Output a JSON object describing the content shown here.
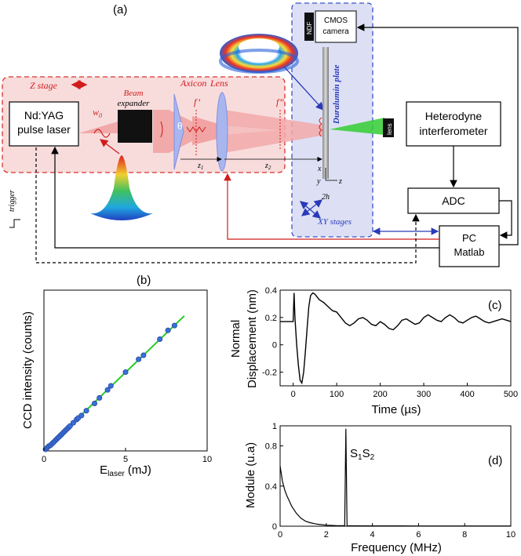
{
  "panel_a": {
    "label": "(a)",
    "laser_line1": "Nd:YAG",
    "laser_line2": "pulse laser",
    "z_stage": "Z stage",
    "w0_label": "w",
    "w0_sub": "0",
    "beam_expander_line1": "Beam",
    "beam_expander_line2": "expander",
    "axicon_label": "Axicon",
    "lens_label": "Lens",
    "theta": "θ",
    "f_prime": "f’",
    "f_double_prime": "f”",
    "z1": "z",
    "z1_sub": "1",
    "z2": "z",
    "z2_sub": "2",
    "ndf": "NDF",
    "camera_line1": "CMOS",
    "camera_line2": "camera",
    "plate": "Duralumin plate",
    "lens_small": "lens",
    "heterodyne_line1": "Heterodyne",
    "heterodyne_line2": "interferometer",
    "adc": "ADC",
    "pc_line1": "PC",
    "pc_line2": "Matlab",
    "xy_stages": "XY stages",
    "trigger": "trigger",
    "axis_x": "x",
    "axis_y": "y",
    "axis_z": "z",
    "thickness": "2h",
    "colors": {
      "red_box_fill": "#f8dcdc",
      "red_box_border": "#d9302a",
      "blue_box_fill": "#dde0f4",
      "blue_box_border": "#3a4fc8",
      "beam": "#f2a9a9",
      "green_beam": "#33cc33",
      "red_arrow": "#d01c1c",
      "blue_arrow": "#2a3ab8"
    }
  },
  "chart_data": [
    {
      "panel": "(b)",
      "type": "scatter",
      "xlabel": "E",
      "xlabel_sub": "laser",
      "xlabel_unit": "(mJ)",
      "ylabel": "CCD intensity (counts)",
      "xlim": [
        0,
        10
      ],
      "xticks": [
        "0",
        "5",
        "10"
      ],
      "x": [
        0.1,
        0.2,
        0.3,
        0.4,
        0.5,
        0.6,
        0.7,
        0.8,
        0.9,
        1.0,
        1.1,
        1.2,
        1.3,
        1.4,
        1.5,
        1.6,
        1.8,
        2.0,
        2.1,
        2.3,
        2.6,
        3.1,
        3.4,
        3.9,
        4.1,
        5.0,
        5.8,
        6.1,
        7.1,
        7.6,
        8.0
      ],
      "y": [
        0.1,
        0.2,
        0.3,
        0.35,
        0.45,
        0.55,
        0.65,
        0.75,
        0.85,
        0.95,
        1.05,
        1.15,
        1.25,
        1.35,
        1.45,
        1.55,
        1.75,
        1.95,
        2.05,
        2.2,
        2.5,
        2.95,
        3.3,
        3.8,
        4.05,
        4.9,
        5.7,
        5.95,
        6.95,
        7.5,
        7.8
      ],
      "fit_line": {
        "x": [
          0,
          8.6
        ],
        "y": [
          0,
          8.4
        ]
      },
      "point_color": "#3a6fd8",
      "line_color": "#22cc22"
    },
    {
      "panel": "(c)",
      "type": "line",
      "xlabel": "Time (µs)",
      "ylabel_line1": "Normal",
      "ylabel_line2": "Displacement (nm)",
      "xlim": [
        -30,
        500
      ],
      "ylim": [
        -0.3,
        0.4
      ],
      "xticks": [
        0,
        100,
        200,
        300,
        400,
        500
      ],
      "yticks": [
        -0.2,
        0,
        0.2,
        0.4
      ],
      "x": [
        -30,
        0,
        2,
        4,
        8,
        12,
        16,
        20,
        24,
        28,
        32,
        36,
        40,
        45,
        50,
        55,
        60,
        70,
        80,
        90,
        100,
        110,
        120,
        130,
        140,
        150,
        160,
        170,
        180,
        190,
        200,
        210,
        220,
        230,
        240,
        250,
        260,
        270,
        280,
        290,
        300,
        310,
        320,
        330,
        340,
        350,
        360,
        370,
        380,
        390,
        400,
        410,
        420,
        430,
        440,
        450,
        460,
        470,
        480,
        490,
        500
      ],
      "y": [
        0.17,
        0.17,
        0.38,
        0.2,
        0.0,
        -0.15,
        -0.26,
        -0.28,
        -0.2,
        -0.05,
        0.12,
        0.28,
        0.36,
        0.38,
        0.37,
        0.35,
        0.33,
        0.31,
        0.28,
        0.25,
        0.24,
        0.2,
        0.16,
        0.14,
        0.16,
        0.19,
        0.2,
        0.18,
        0.15,
        0.14,
        0.17,
        0.15,
        0.12,
        0.11,
        0.14,
        0.18,
        0.19,
        0.17,
        0.15,
        0.16,
        0.2,
        0.22,
        0.2,
        0.18,
        0.17,
        0.2,
        0.22,
        0.2,
        0.17,
        0.16,
        0.18,
        0.2,
        0.21,
        0.19,
        0.17,
        0.16,
        0.17,
        0.18,
        0.19,
        0.18,
        0.17
      ]
    },
    {
      "panel": "(d)",
      "type": "line",
      "xlabel": "Frequency (MHz)",
      "ylabel": "Module (u.a)",
      "xlim": [
        0,
        10
      ],
      "ylim": [
        0,
        1
      ],
      "xticks": [
        0,
        2,
        4,
        6,
        8,
        10
      ],
      "yticks": [
        0,
        0.4,
        0.8,
        1
      ],
      "annotation": "S",
      "annotation_sub1": "1",
      "annotation_mid": "S",
      "annotation_sub2": "2",
      "peak_x": 2.85,
      "peak_y": 0.97,
      "x": [
        0,
        0.1,
        0.2,
        0.3,
        0.4,
        0.5,
        0.7,
        0.9,
        1.1,
        1.3,
        1.6,
        2.0,
        2.4,
        2.8,
        2.85,
        2.9,
        3.2,
        4,
        5,
        6,
        7,
        8,
        9,
        10
      ],
      "y": [
        0.6,
        0.45,
        0.36,
        0.3,
        0.25,
        0.2,
        0.13,
        0.08,
        0.05,
        0.035,
        0.02,
        0.01,
        0.006,
        0.005,
        0.97,
        0.005,
        0.004,
        0.003,
        0.003,
        0.002,
        0.002,
        0.002,
        0.002,
        0.002
      ]
    }
  ]
}
